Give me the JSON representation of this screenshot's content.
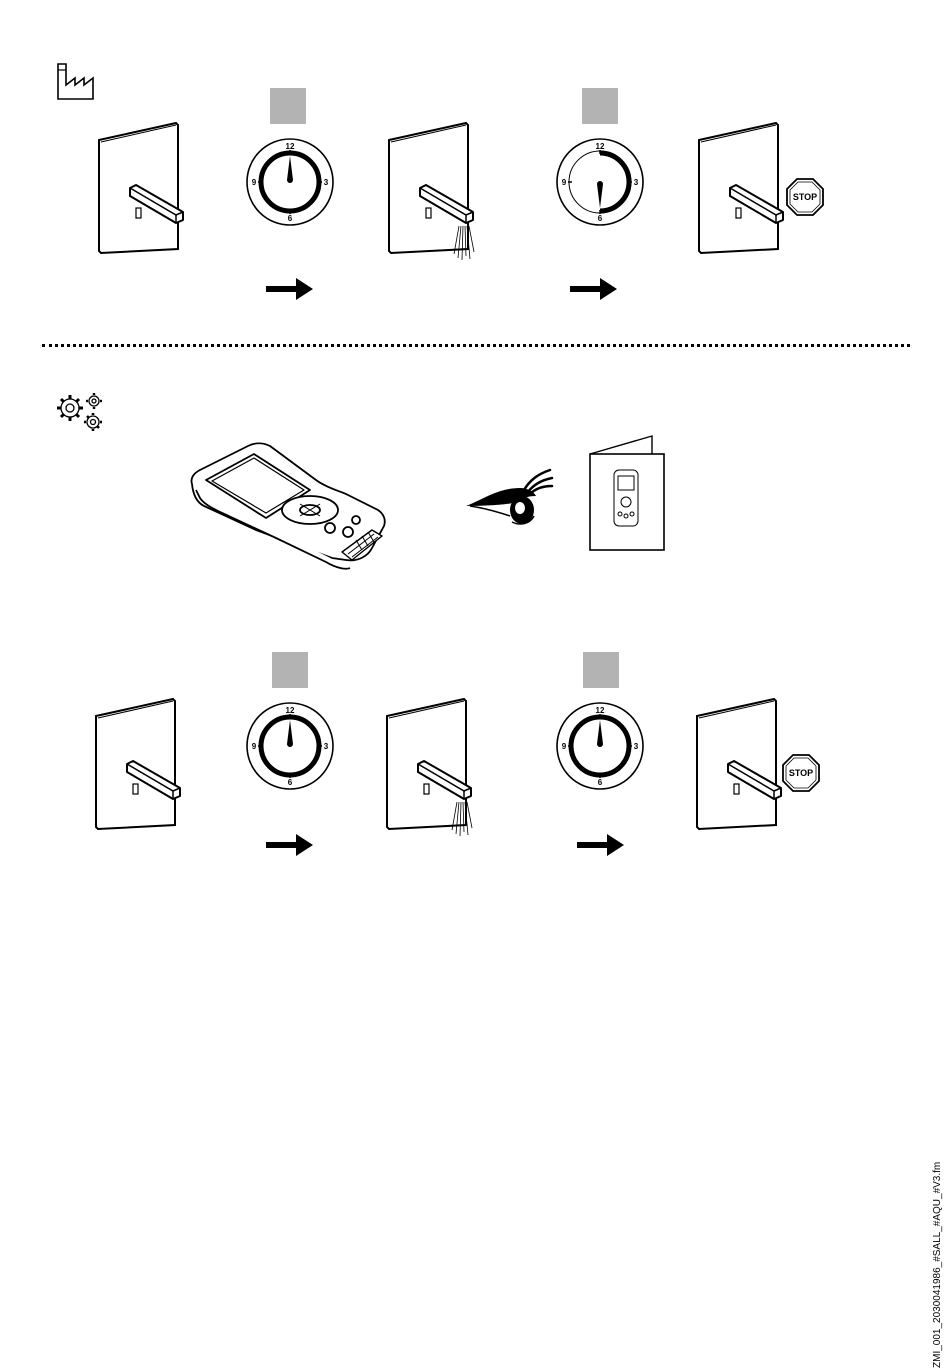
{
  "sections": [
    {
      "icon": "factory-icon",
      "steps": [
        "faucet-off",
        "timer-12",
        "faucet-running",
        "timer-6",
        "faucet-stopped"
      ],
      "timers": [
        {
          "labels": [
            "12",
            "3",
            "6",
            "9"
          ],
          "hand": 12
        },
        {
          "labels": [
            "12",
            "3",
            "6",
            "9"
          ],
          "hand": 6
        }
      ],
      "stop_label": "STOP"
    },
    {
      "icon": "settings-gears-icon",
      "tools": [
        "remote-control-icon",
        "eye-icon",
        "manual-booklet-icon"
      ],
      "steps": [
        "faucet-off",
        "timer-12",
        "faucet-running",
        "timer-12",
        "faucet-stopped"
      ],
      "timers": [
        {
          "labels": [
            "12",
            "3",
            "6",
            "9"
          ],
          "hand": 12
        },
        {
          "labels": [
            "12",
            "3",
            "6",
            "9"
          ],
          "hand": 12
        }
      ],
      "stop_label": "STOP"
    }
  ],
  "footer_code": "ZMI_001_2030041986_#SALL_#AQU_#V3.fm"
}
